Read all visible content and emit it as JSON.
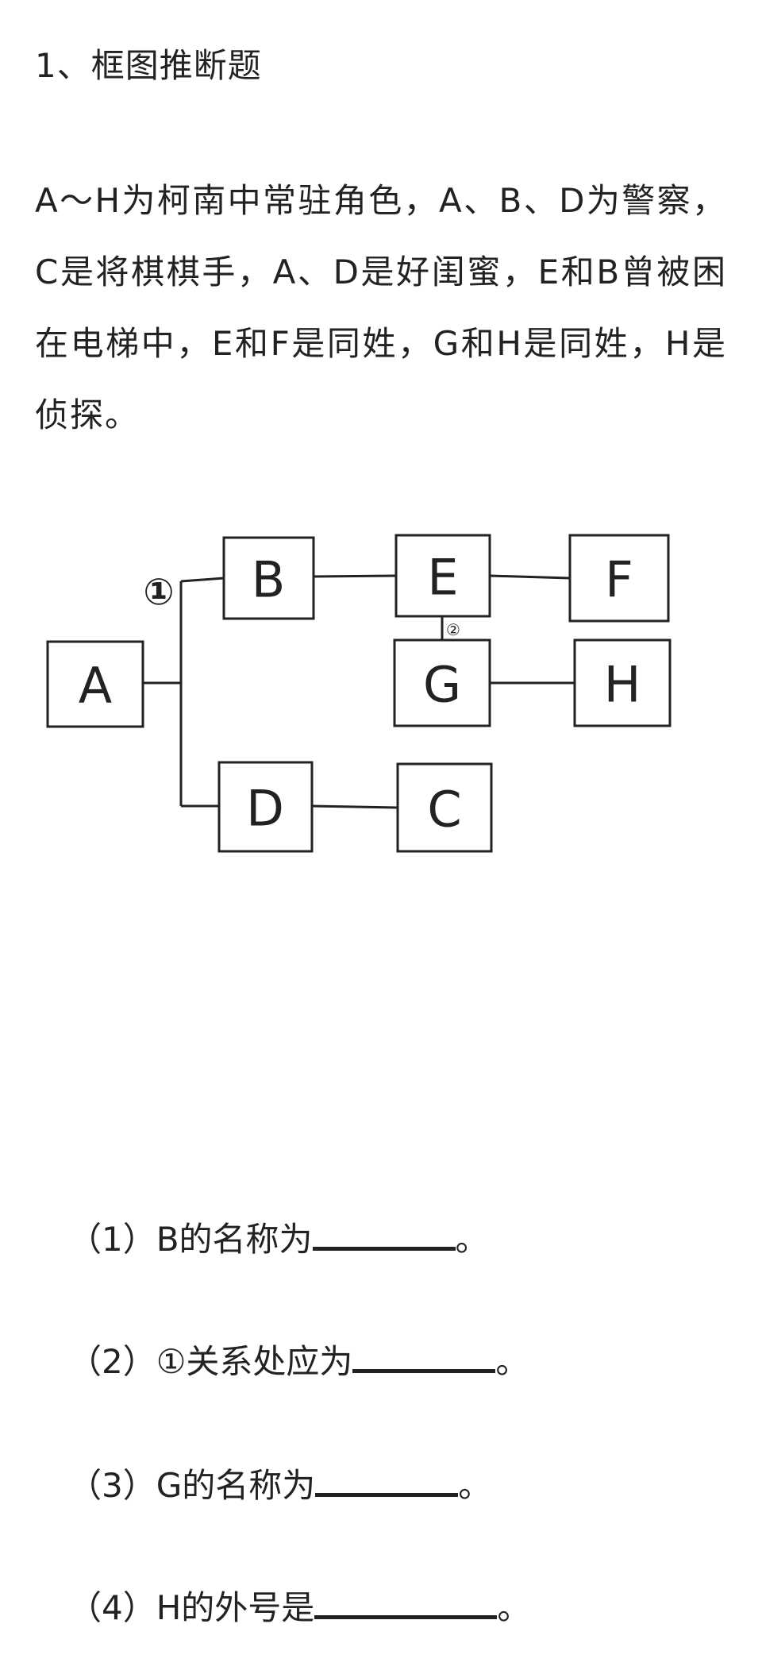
{
  "title": "1、框图推断题",
  "paragraph": "A～H为柯南中常驻角色，A、B、D为警察，C是将棋棋手，A、D是好闺蜜，E和B曾被困在电梯中，E和F是同姓，G和H是同姓，H是侦探。",
  "diagram": {
    "nodes": {
      "A": "A",
      "B": "B",
      "C": "C",
      "D": "D",
      "E": "E",
      "F": "F",
      "G": "G",
      "H": "H"
    },
    "marker_1": "①",
    "marker_2": "②"
  },
  "questions": [
    {
      "label": "（1）B的名称为",
      "end": "。"
    },
    {
      "label": "（2）①关系处应为",
      "end": "。"
    },
    {
      "label": "（3）G的名称为",
      "end": "。"
    },
    {
      "label": "（4）H的外号是",
      "end": "。"
    }
  ]
}
